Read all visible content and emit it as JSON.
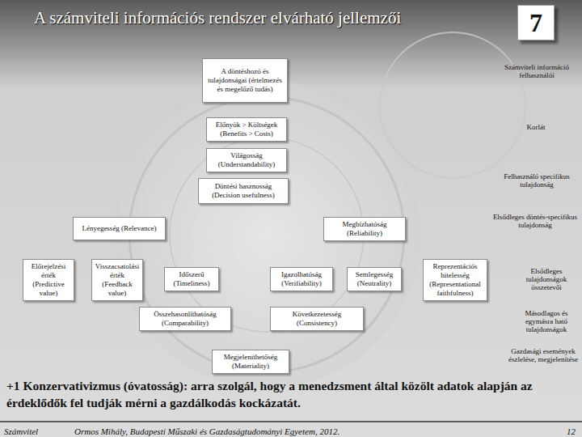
{
  "diagram": {
    "title": "A számviteli információs rendszer elvárható jellemzői",
    "nodes": [
      {
        "text": [
          "7"
        ]
      },
      {
        "text": [
          "A döntéshozó és tulajdonságai (értelmezés és megelőző tudás)"
        ]
      },
      {
        "text": [
          "Előnyök > Költségek (Benefits > Costs)"
        ]
      },
      {
        "text": [
          "Világosság (Understandability)"
        ]
      },
      {
        "text": [
          "Döntési hasznosság (Decision usefulness)"
        ]
      },
      {
        "text": [
          "Lényegesség (Relevance)"
        ]
      },
      {
        "text": [
          "Megbízhatóság (Reliability)"
        ]
      },
      {
        "text": [
          "Előrejelzési érték (Predictive value)"
        ]
      },
      {
        "text": [
          "Visszacsatolási érték (Feedback value)"
        ]
      },
      {
        "text": [
          "Időszerű (Timeliness)"
        ]
      },
      {
        "text": [
          "Igazolhatóság (Verifiability)"
        ]
      },
      {
        "text": [
          "Semlegesség (Neutrality)"
        ]
      },
      {
        "text": [
          "Reprezentációs hitelesség (Representational faithfulness)"
        ]
      },
      {
        "text": [
          "Összehasonlíthatóság (Comparability)"
        ]
      },
      {
        "text": [
          "Következetesség (Consistency)"
        ]
      },
      {
        "text": [
          "Megjelenithetőség (Materiality)"
        ]
      }
    ],
    "labels": [
      "Számviteli információ felhasználói",
      "Korlát",
      "Felhasználó specifikus tulajdonság",
      "Elsődleges döntés-specifikus tulajdonság",
      "Elsődleges tulajdonságok összetevői",
      "Másodlagos és egymásra ható tulajdonságok",
      "Gazdasági események észlelése, megjelenítése",
      "+1 Konzervativizmus (óvatosság): arra szolgál, hogy a menedzsment által közölt adatok alapján az érdeklődők fel tudják mérni a gazdálkodás kockázatát.",
      "Számvitel",
      "Ormos Mihály, Budapesti Műszaki és Gazdaságtudományi Egyetem, 2012.",
      "12"
    ]
  }
}
